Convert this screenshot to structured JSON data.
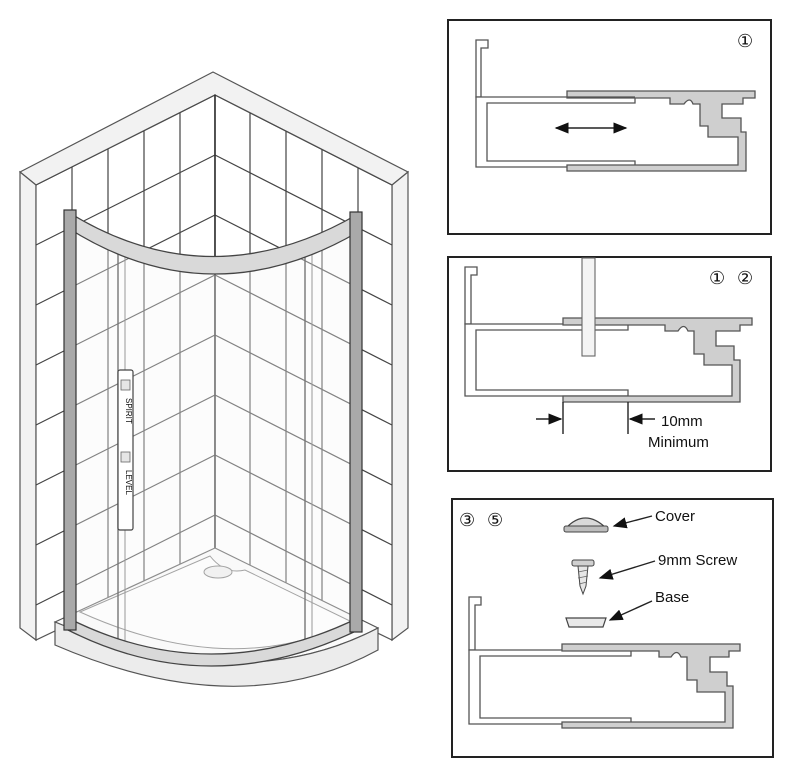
{
  "panels": [
    {
      "steps": [
        "①"
      ]
    },
    {
      "steps": [
        "①",
        "②"
      ],
      "measure_value": "10mm",
      "measure_note": "Minimum"
    },
    {
      "steps": [
        "③",
        "⑤"
      ],
      "cover_label": "Cover",
      "screw_label": "9mm Screw",
      "base_label": "Base"
    }
  ],
  "illustration": {
    "handle_text_upper": "SPIRIT",
    "handle_text_lower": "LEVEL"
  }
}
